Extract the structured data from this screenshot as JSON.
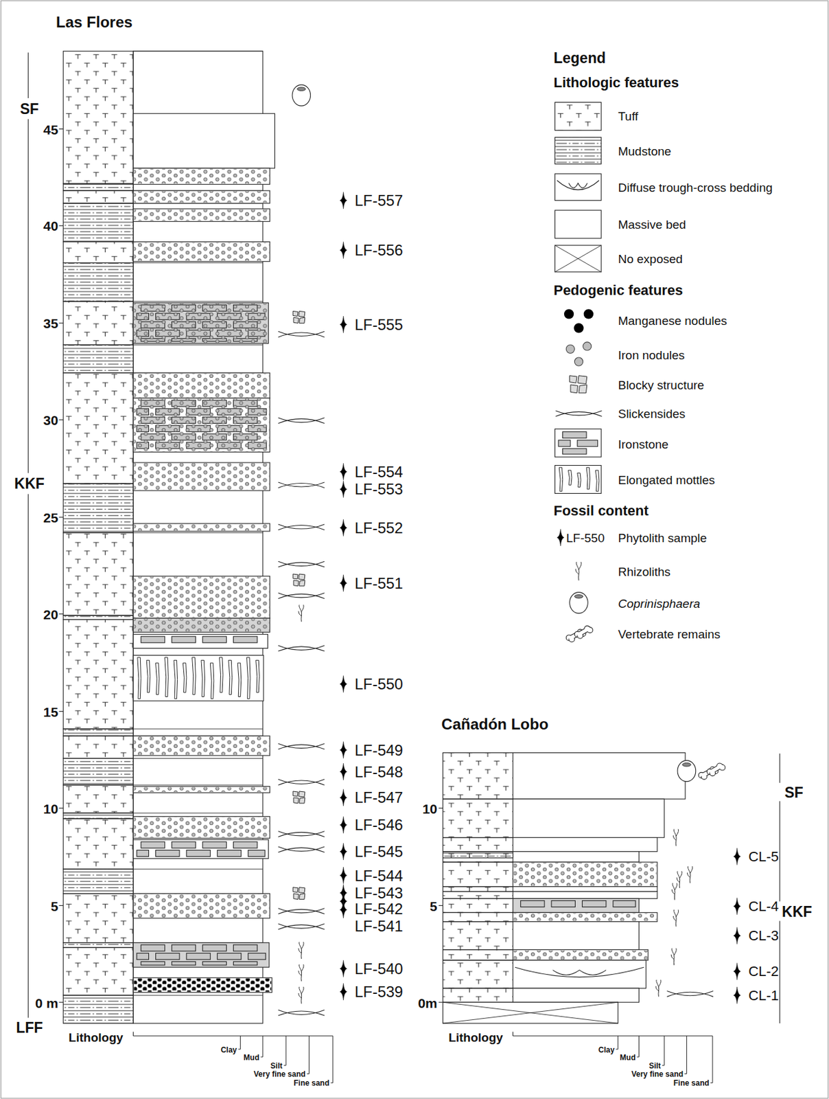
{
  "diagram": {
    "labels": [
      "Las Flores",
      "SF",
      "KKF",
      "LFF",
      "45",
      "40",
      "35",
      "30",
      "25",
      "20",
      "15",
      "10",
      "5",
      "0 m",
      "LF-557",
      "LF-556",
      "LF-555",
      "LF-554",
      "LF-553",
      "LF-552",
      "LF-551",
      "LF-550",
      "LF-549",
      "LF-548",
      "LF-547",
      "LF-546",
      "LF-545",
      "LF-544",
      "LF-543",
      "LF-542",
      "LF-541",
      "LF-540",
      "LF-539",
      "Lithology",
      "Clay",
      "Mud",
      "Silt",
      "Very fine sand",
      "Fine sand",
      "Cañadón Lobo",
      "10",
      "5",
      "0m",
      "SF",
      "KKF",
      "CL-5",
      "CL-4",
      "CL-3",
      "CL-2",
      "CL-1",
      "Lithology",
      "Clay",
      "Mud",
      "Silt",
      "Very fine sand",
      "Fine sand",
      "Legend",
      "Lithologic features",
      "Pedogenic features",
      "Fossil content",
      "LF-550"
    ],
    "legend": [
      {
        "text": "Tuff"
      },
      {
        "text": "Mudstone"
      },
      {
        "text": "Diffuse trough-cross bedding"
      },
      {
        "text": "Massive bed"
      },
      {
        "text": "No exposed"
      },
      {
        "text": "Manganese nodules"
      },
      {
        "text": "Iron nodules"
      },
      {
        "text": "Blocky structure"
      },
      {
        "text": "Slickensides"
      },
      {
        "text": "Ironstone"
      },
      {
        "text": "Elongated mottles"
      },
      {
        "text": "Phytolith sample"
      },
      {
        "text": "Rhizoliths"
      },
      {
        "text": "Coprinisphaera"
      },
      {
        "text": "Vertebrate remains"
      }
    ]
  }
}
